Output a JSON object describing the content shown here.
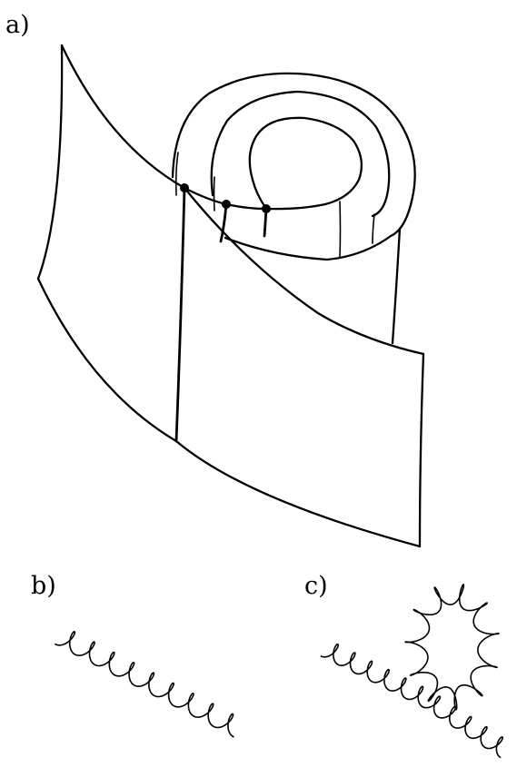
{
  "labels": {
    "a": "a)",
    "b": "b)",
    "c": "c)"
  },
  "colors": {
    "ink": "#000000",
    "background": "#ffffff"
  }
}
